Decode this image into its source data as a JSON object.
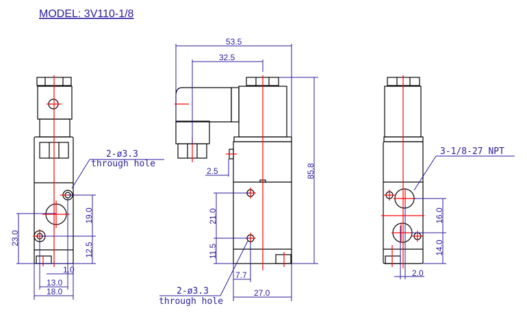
{
  "title": "MODEL: 3V110-1/8",
  "colors": {
    "outline": "#000000",
    "dimension": "#2a1a9a",
    "centerline": "#ff0000"
  },
  "left_view": {
    "hole_callout": {
      "count_dia": "2-ø3.3",
      "note": "through hole"
    },
    "dims": {
      "height_23": "23.0",
      "spacing_19": "19.0",
      "bottom_12_5": "12.5",
      "offset_1": "1.0",
      "width_13": "13.0",
      "width_18": "18.0"
    }
  },
  "side_view": {
    "hole_callout": {
      "count_dia": "2-ø3.3",
      "note": "through hole"
    },
    "dims": {
      "overall_width": "53.5",
      "connector_offset": "32.5",
      "overall_height": "85.8",
      "tab": "2.5",
      "hole_spacing": "21.0",
      "hole_bottom": "11.5",
      "hole_edge": "7.7",
      "body_depth": "27.0"
    }
  },
  "right_view": {
    "port_callout": "3-1/8-27 NPT",
    "dims": {
      "port_spacing": "16.0",
      "port_bottom": "14.0",
      "port_offset": "2.0"
    }
  }
}
